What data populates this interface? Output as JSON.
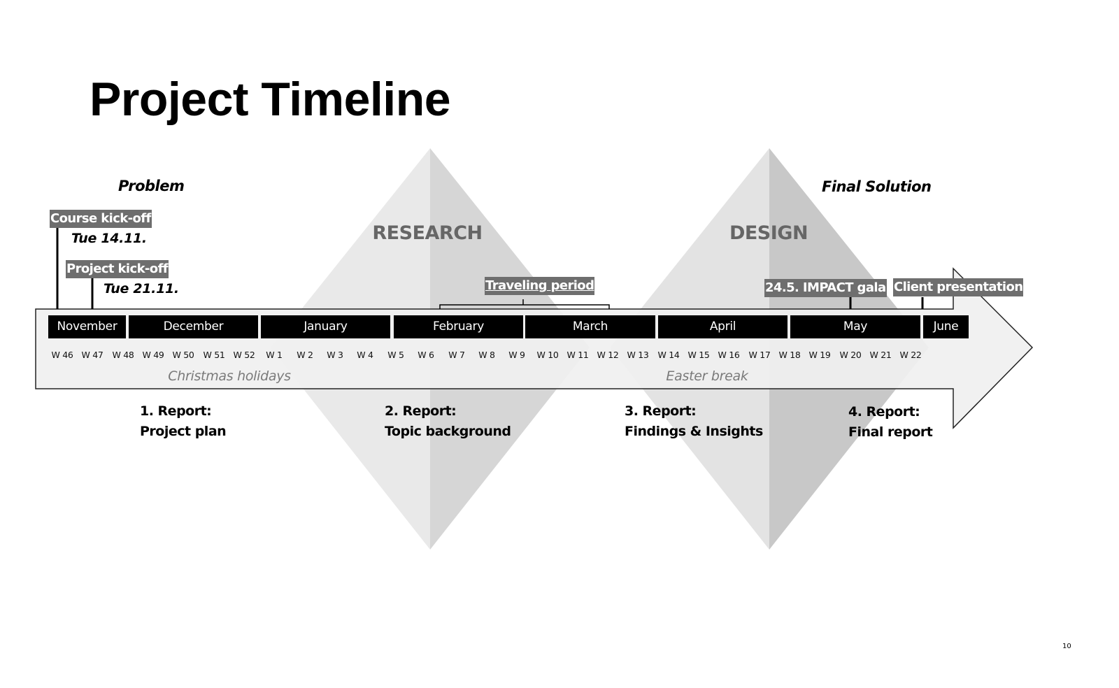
{
  "slide": {
    "title": "Project Timeline",
    "page_number": "10"
  },
  "stages": {
    "start": "Problem",
    "end": "Final Solution"
  },
  "phases": [
    {
      "label": "RESEARCH"
    },
    {
      "label": "DESIGN"
    }
  ],
  "milestones": {
    "course_kickoff": {
      "label": "Course kick-off",
      "date": "Tue 14.11."
    },
    "project_kickoff": {
      "label": "Project kick-off",
      "date": "Tue 21.11."
    },
    "traveling_period": {
      "label": "Traveling period"
    },
    "impact_gala": {
      "label": "24.5. IMPACT gala"
    },
    "client_presentation": {
      "label": "Client presentation"
    }
  },
  "months": [
    {
      "label": "November"
    },
    {
      "label": "December"
    },
    {
      "label": "January"
    },
    {
      "label": "February"
    },
    {
      "label": "March"
    },
    {
      "label": "April"
    },
    {
      "label": "May"
    },
    {
      "label": "June"
    }
  ],
  "weeks": [
    "W 46",
    "W 47",
    "W 48",
    "W 49",
    "W 50",
    "W 51",
    "W 52",
    "W 1",
    "W 2",
    "W 3",
    "W 4",
    "W 5",
    "W 6",
    "W 7",
    "W 8",
    "W 9",
    "W 10",
    "W 11",
    "W 12",
    "W 13",
    "W 14",
    "W 15",
    "W 16",
    "W 17",
    "W 18",
    "W 19",
    "W 20",
    "W 21",
    "W 22"
  ],
  "breaks": {
    "christmas": "Christmas holidays",
    "easter": "Easter break"
  },
  "reports": [
    {
      "number": "1. Report:",
      "name": "Project plan"
    },
    {
      "number": "2. Report:",
      "name": "Topic background"
    },
    {
      "number": "3. Report:",
      "name": "Findings & Insights"
    },
    {
      "number": "4. Report:",
      "name": "Final report"
    }
  ],
  "colors": {
    "diamond_left": "#e8e8e8",
    "diamond_right_research": "#d6d6d6",
    "diamond_right_design": "#c6c6c6",
    "arrow_fill": "#f0f0f0",
    "tag_bg": "#6e6e6e",
    "month_bg": "#000000"
  }
}
